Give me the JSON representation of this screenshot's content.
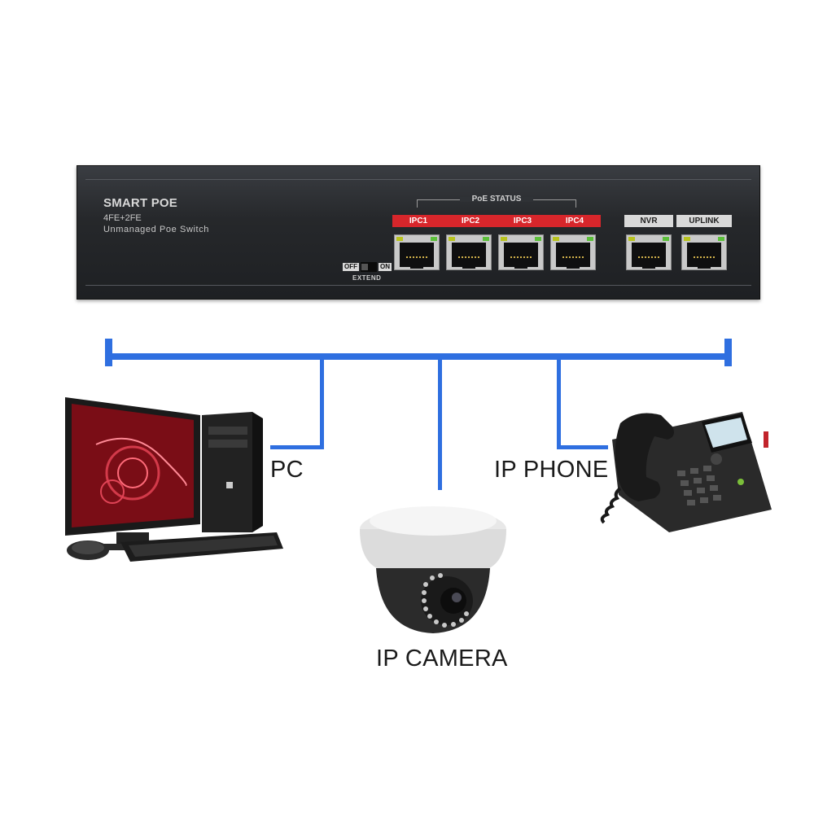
{
  "switch": {
    "brand": "SMART POE",
    "model": "4FE+2FE",
    "description": "Unmanaged Poe Switch",
    "poe_status_label": "PoE STATUS",
    "poe_ports": [
      "IPC1",
      "IPC2",
      "IPC3",
      "IPC4"
    ],
    "other_ports": [
      "NVR",
      "UPLINK"
    ],
    "switch_off": "OFF",
    "switch_on": "ON",
    "switch_name": "EXTEND"
  },
  "devices": {
    "pc": "PC",
    "ip_camera": "IP CAMERA",
    "ip_phone": "IP PHONE"
  },
  "colors": {
    "connector": "#2f6fe0",
    "poe_label": "#d7262b",
    "switch_body": "#26282b"
  },
  "icons": [
    "desktop-computer-icon",
    "dome-camera-icon",
    "desk-phone-icon"
  ]
}
